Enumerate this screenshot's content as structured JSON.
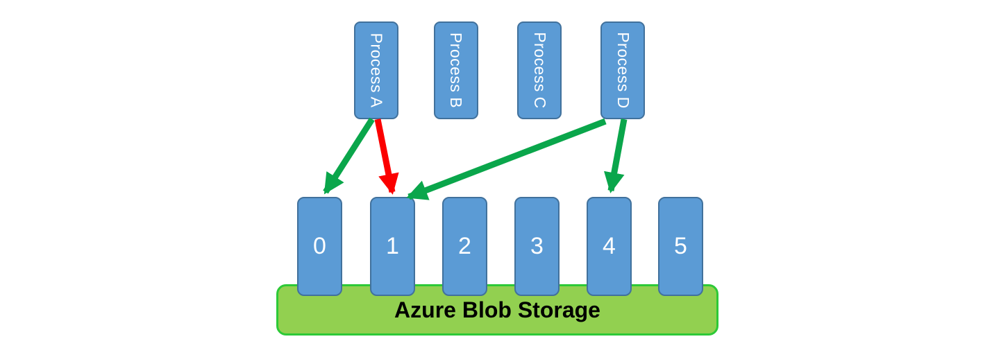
{
  "processes": [
    "Process A",
    "Process B",
    "Process C",
    "Process D"
  ],
  "blobs": [
    "0",
    "1",
    "2",
    "3",
    "4",
    "5"
  ],
  "storage": {
    "label": "Azure Blob Storage"
  },
  "connections": [
    {
      "from": "Process A",
      "to": "blob-0",
      "color": "#0AA64B"
    },
    {
      "from": "Process A",
      "to": "blob-1",
      "color": "#FB0000"
    },
    {
      "from": "Process D",
      "to": "blob-1",
      "color": "#0AA64B"
    },
    {
      "from": "Process D",
      "to": "blob-4",
      "color": "#0AA64B"
    }
  ],
  "colors": {
    "node_fill": "#5B9BD5",
    "node_border": "#41719C",
    "node_text": "#FFFFFF",
    "storage_fill": "#92D050",
    "storage_border": "#2DC937",
    "storage_text": "#000000",
    "arrow_green": "#0AA64B",
    "arrow_red": "#FB0000"
  }
}
